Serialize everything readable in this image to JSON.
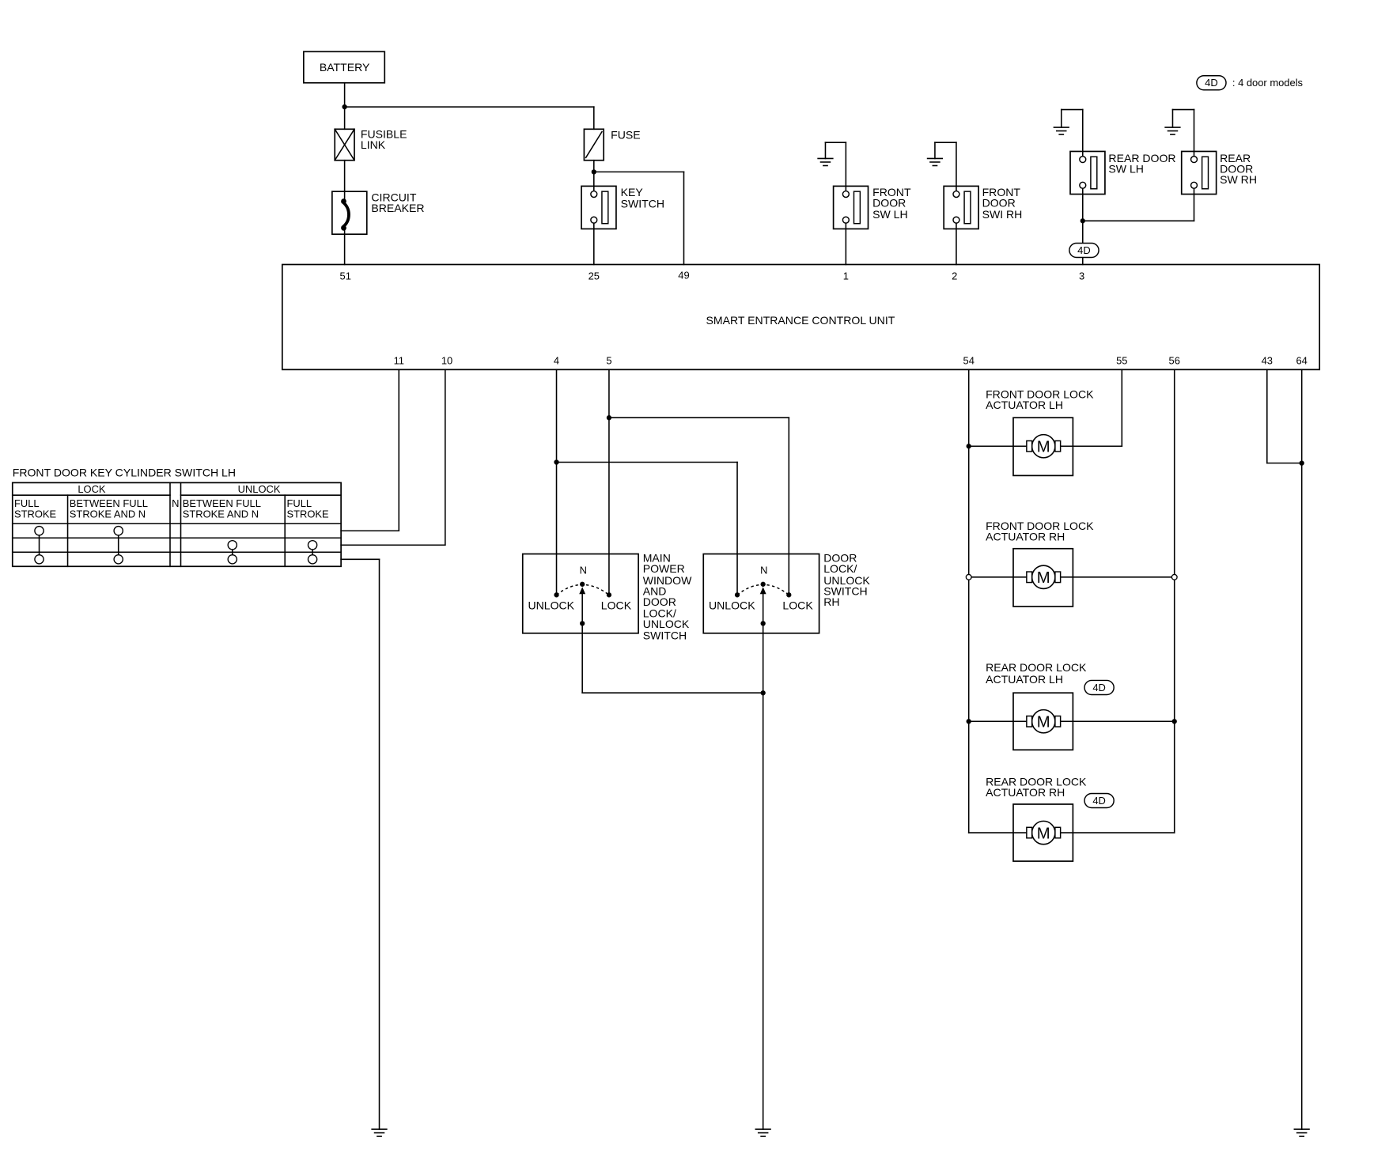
{
  "legend": {
    "badge": "4D",
    "description": ": 4 door models"
  },
  "power": {
    "battery": "BATTERY",
    "fusible_link": [
      "FUSIBLE",
      "LINK"
    ],
    "circuit_breaker": [
      "CIRCUIT",
      "BREAKER"
    ],
    "fuse": "FUSE",
    "key_switch": [
      "KEY",
      "SWITCH"
    ]
  },
  "door_switches": {
    "front_lh": [
      "FRONT",
      "DOOR",
      "SW LH"
    ],
    "front_rh": [
      "FRONT",
      "DOOR",
      "SWI RH"
    ],
    "rear_lh": [
      "REAR DOOR",
      "SW LH"
    ],
    "rear_rh": [
      "REAR",
      "DOOR",
      "SW RH"
    ],
    "rear_badge": "4D"
  },
  "control_unit": {
    "title": "SMART ENTRANCE CONTROL UNIT",
    "top_pins": [
      "51",
      "25",
      "49",
      "1",
      "2",
      "3"
    ],
    "bottom_pins": [
      "11",
      "10",
      "4",
      "5",
      "54",
      "55",
      "56",
      "43",
      "64"
    ]
  },
  "key_cylinder_switch": {
    "title": "FRONT DOOR KEY CYLINDER SWITCH LH",
    "lock_header": "LOCK",
    "unlock_header": "UNLOCK",
    "neutral_header": "N",
    "columns": [
      [
        "FULL",
        "STROKE"
      ],
      [
        "BETWEEN FULL",
        "STROKE AND N"
      ],
      [
        "BETWEEN FULL",
        "STROKE AND N"
      ],
      [
        "FULL",
        "STROKE"
      ]
    ]
  },
  "main_switch": {
    "label": [
      "MAIN",
      "POWER",
      "WINDOW",
      "AND",
      "DOOR",
      "LOCK/",
      "UNLOCK",
      "SWITCH"
    ],
    "neutral": "N",
    "unlock": "UNLOCK",
    "lock": "LOCK"
  },
  "rh_switch": {
    "label": [
      "DOOR",
      "LOCK/",
      "UNLOCK",
      "SWITCH",
      "RH"
    ],
    "neutral": "N",
    "unlock": "UNLOCK",
    "lock": "LOCK"
  },
  "actuators": {
    "front_lh": {
      "label": [
        "FRONT DOOR LOCK",
        "ACTUATOR LH"
      ],
      "motor": "M"
    },
    "front_rh": {
      "label": [
        "FRONT DOOR LOCK",
        "ACTUATOR RH"
      ],
      "motor": "M"
    },
    "rear_lh": {
      "label": [
        "REAR DOOR LOCK",
        "ACTUATOR LH"
      ],
      "motor": "M",
      "badge": "4D"
    },
    "rear_rh": {
      "label": [
        "REAR DOOR LOCK",
        "ACTUATOR RH"
      ],
      "motor": "M",
      "badge": "4D"
    }
  }
}
